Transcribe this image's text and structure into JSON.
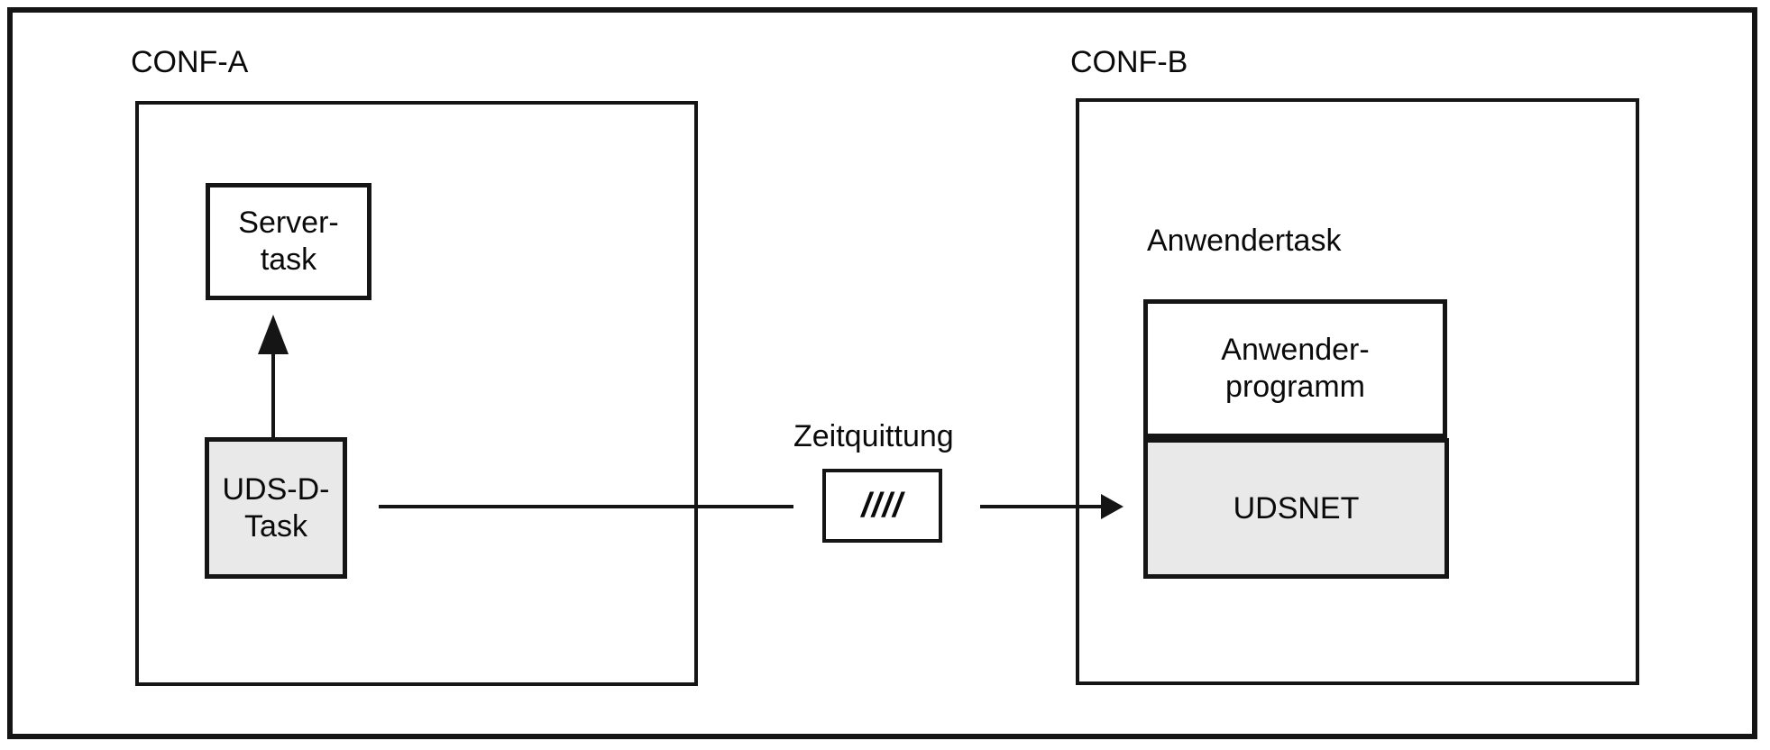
{
  "conf_a": {
    "title": "CONF-A",
    "server_task": {
      "line1": "Server-",
      "line2": "task"
    },
    "uds_d_task": {
      "line1": "UDS-D-",
      "line2": "Task"
    }
  },
  "connector": {
    "label": "Zeitquittung",
    "symbol": "////"
  },
  "conf_b": {
    "title": "CONF-B",
    "task_label": "Anwendertask",
    "anwender_programm": {
      "line1": "Anwender-",
      "line2": "programm"
    },
    "udsnet_label": "UDSNET"
  },
  "colors": {
    "line": "#151515",
    "box_gray": "#e9e9e9",
    "box_white": "#ffffff",
    "background": "#ffffff",
    "text": "#0a0a0a"
  }
}
